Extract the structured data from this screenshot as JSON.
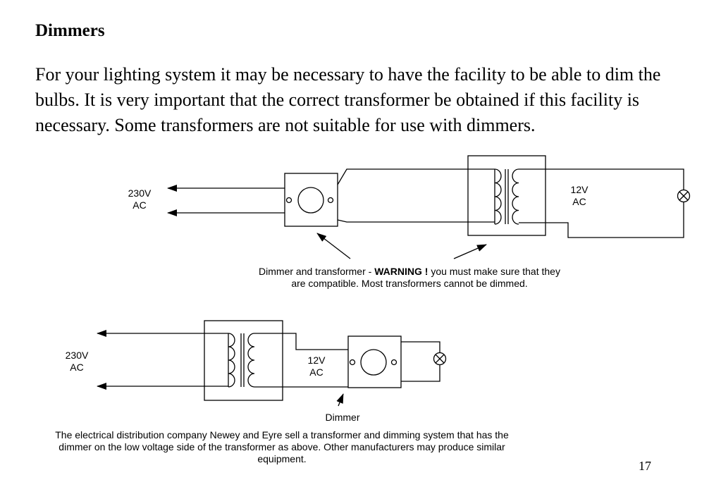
{
  "heading": "Dimmers",
  "intro": "For your lighting system it may be necessary to have the facility to be able to dim the bulbs.  It is very important that the correct transformer be obtained if this facility is necessary.  Some transformers are not suitable for use with dimmers.",
  "diagram1": {
    "mains_label": [
      "230V",
      "AC"
    ],
    "low_voltage_label": [
      "12V",
      "AC"
    ],
    "caption_prefix": "Dimmer and transformer - ",
    "caption_warning": "WARNING ! ",
    "caption_suffix": " you must make sure that they",
    "caption_line2": "are compatible.  Most transformers cannot be dimmed."
  },
  "diagram2": {
    "mains_label": [
      "230V",
      "AC"
    ],
    "low_voltage_label": [
      "12V",
      "AC"
    ],
    "dimmer_label": "Dimmer",
    "caption": [
      "The electrical distribution company Newey and Eyre sell a transformer and dimming system that has the",
      "dimmer on the low voltage side of the transformer as above.  Other manufacturers may produce similar",
      "equipment."
    ]
  },
  "page_number": "17"
}
